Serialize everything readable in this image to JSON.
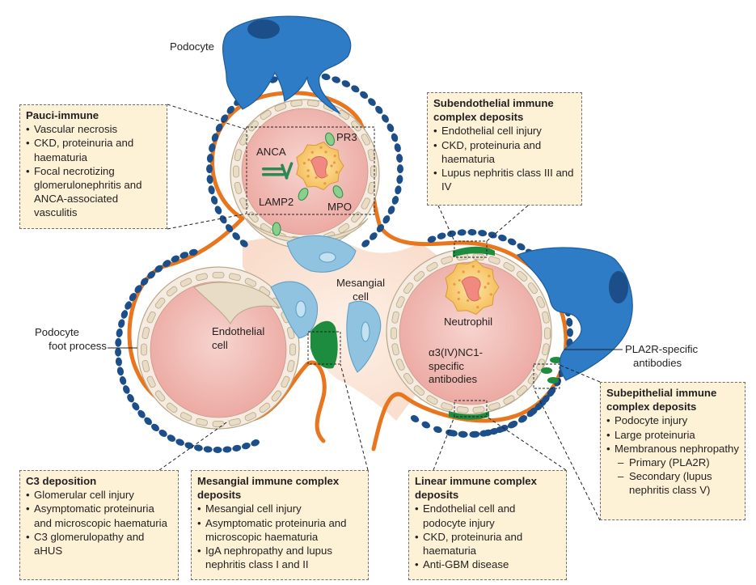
{
  "labels": {
    "podocyte": "Podocyte",
    "anca": "ANCA",
    "pr3": "PR3",
    "lamp2": "LAMP2",
    "mpo": "MPO",
    "mesangial_cell": [
      "Mesangial",
      "cell"
    ],
    "endothelial_cell": [
      "Endothelial",
      "cell"
    ],
    "neutrophil": "Neutrophil",
    "podocyte_foot_process": [
      "Podocyte",
      "foot process"
    ],
    "a3_antibodies": [
      "α3(IV)NC1-",
      "specific",
      "antibodies"
    ],
    "pla2r_antibodies": [
      "PLA2R-specific",
      "antibodies"
    ]
  },
  "boxes": {
    "pauci": {
      "title": "Pauci-immune",
      "items": [
        {
          "text": "Vascular necrosis"
        },
        {
          "text": "CKD, proteinuria and haematuria"
        },
        {
          "text": "Focal necrotizing glomerulonephritis and ANCA-associated vasculitis"
        }
      ]
    },
    "subendo": {
      "title": "Subendothelial immune complex deposits",
      "items": [
        {
          "text": "Endothelial cell injury"
        },
        {
          "text": "CKD, proteinuria and haematuria"
        },
        {
          "text": "Lupus nephritis class III and IV"
        }
      ]
    },
    "subepi": {
      "title": "Subepithelial immune complex deposits",
      "items": [
        {
          "text": "Podocyte injury"
        },
        {
          "text": "Large proteinuria"
        },
        {
          "text": "Membranous nephropathy"
        },
        {
          "text": "Primary (PLA2R)",
          "sub": true
        },
        {
          "text": "Secondary (lupus nephritis class V)",
          "sub": true
        }
      ]
    },
    "c3": {
      "title": "C3 deposition",
      "items": [
        {
          "text": "Glomerular cell injury"
        },
        {
          "text": "Asymptomatic proteinuria and microscopic haematuria"
        },
        {
          "text": "C3 glomerulopathy and aHUS"
        }
      ]
    },
    "mesangial": {
      "title": "Mesangial immune complex deposits",
      "items": [
        {
          "text": "Mesangial cell injury"
        },
        {
          "text": "Asymptomatic proteinuria and microscopic haematuria"
        },
        {
          "text": "IgA nephropathy and lupus nephritis class I and II"
        }
      ]
    },
    "linear": {
      "title": "Linear immune complex deposits",
      "items": [
        {
          "text": "Endothelial cell and podocyte injury"
        },
        {
          "text": "CKD, proteinuria and haematuria"
        },
        {
          "text": "Anti-GBM disease"
        }
      ]
    }
  },
  "colors": {
    "gbm": "#e8761e",
    "capillary": "#f1bab4",
    "capillary_center": "#f6cfca",
    "endothelium": "#e8dcc6",
    "endothelium_edge": "#b8a888",
    "mesangium": "#fbe6d8",
    "podocyte": "#2f7cc6",
    "podocyte_edge": "#1c5c9e",
    "foot_process": "#1c4f8a",
    "mesangial_cell": "#8fc3df",
    "deposit": "#1e8c3e",
    "antibody": "#2a8a52",
    "neutrophil": "#f6c56a",
    "neutrophil_nucleus": "#f08a80",
    "box_fill": "#fdf1d6"
  }
}
